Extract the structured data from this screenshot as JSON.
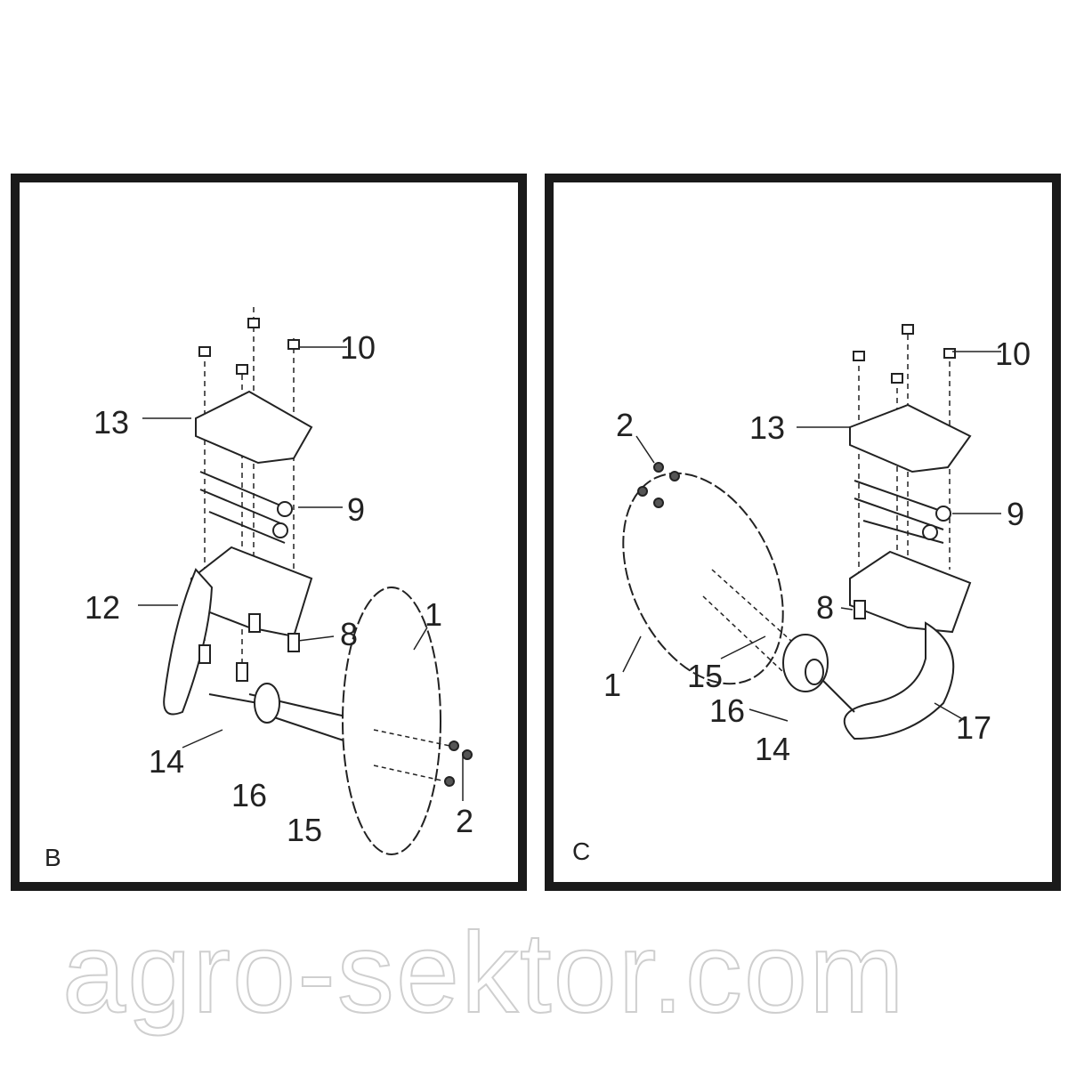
{
  "panels": [
    {
      "id": "B",
      "label": "B",
      "callouts": {
        "c10": "10",
        "c13": "13",
        "c9": "9",
        "c12": "12",
        "c8": "8",
        "c1": "1",
        "c14": "14",
        "c16": "16",
        "c15": "15",
        "c2": "2"
      }
    },
    {
      "id": "C",
      "label": "C",
      "callouts": {
        "c10": "10",
        "c13": "13",
        "c2": "2",
        "c9": "9",
        "c8": "8",
        "c1": "1",
        "c15": "15",
        "c16": "16",
        "c14": "14",
        "c17": "17"
      }
    }
  ],
  "watermark": "agro-sektor.com"
}
